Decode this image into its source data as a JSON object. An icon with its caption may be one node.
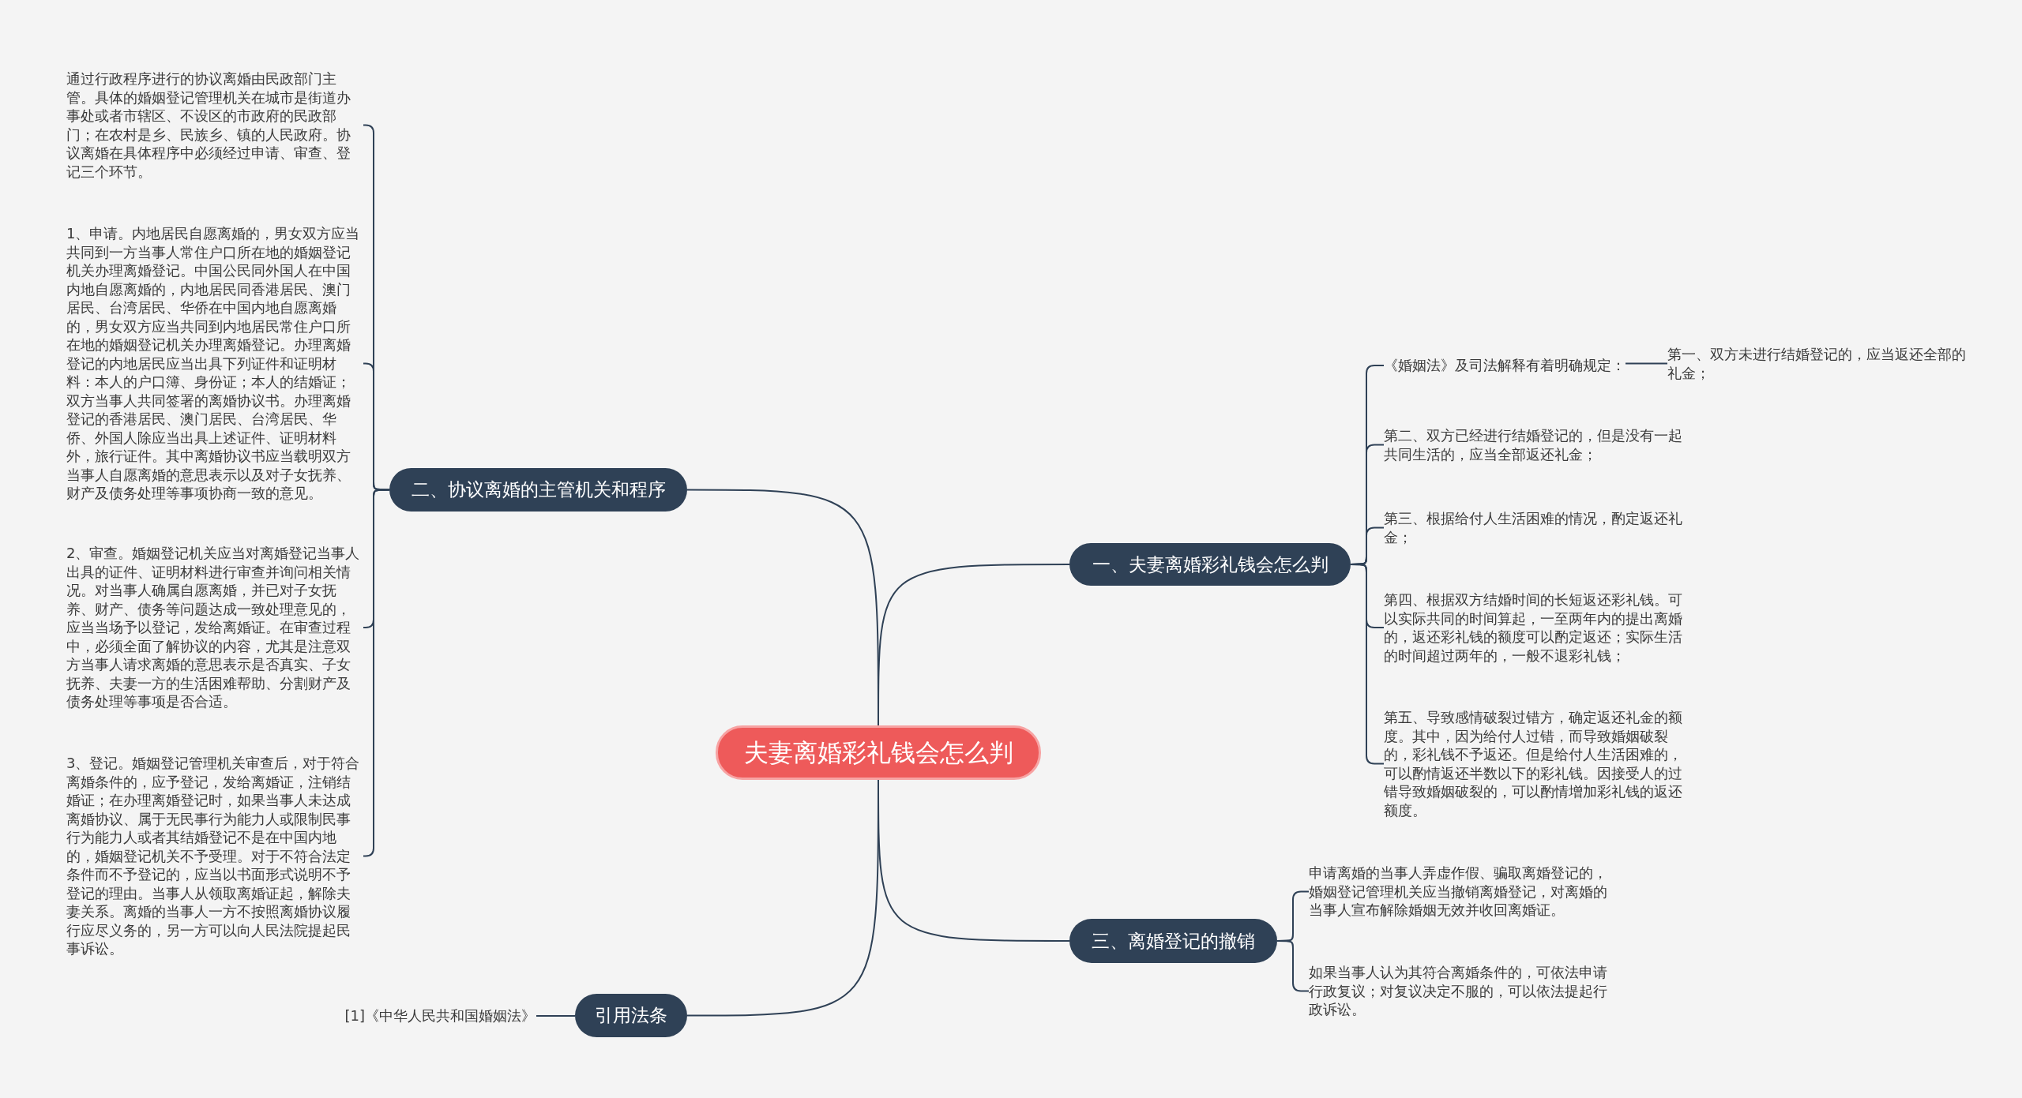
{
  "diagram": {
    "nodes": [
      {
        "text": [
          "夫妻离婚彩礼钱会怎么判"
        ]
      },
      {
        "text": [
          "一、夫妻离婚彩礼钱会怎么判"
        ]
      },
      {
        "text": [
          "《婚姻法》及司法解释有着明确规定："
        ]
      },
      {
        "text": [
          "第一、双方未进行结婚登记的，应当返还全部的礼金；"
        ]
      },
      {
        "text": [
          "第二、双方已经进行结婚登记的，但是没有一起共同生活的，应当全部返还礼金；"
        ]
      },
      {
        "text": [
          "第三、根据给付人生活困难的情况，酌定返还礼金；"
        ]
      },
      {
        "text": [
          "第四、根据双方结婚时间的长短返还彩礼钱。可以实际共同的时间算起，一至两年内的提出离婚的，返还彩礼钱的额度可以酌定返还；实际生活的时间超过两年的，一般不退彩礼钱；"
        ]
      },
      {
        "text": [
          "第五、导致感情破裂过错方，确定返还礼金的额度。其中，因为给付人过错，而导致婚姻破裂的，彩礼钱不予返还。但是给付人生活困难的，可以酌情返还半数以下的彩礼钱。因接受人的过错导致婚姻破裂的，可以酌情增加彩礼钱的返还额度。"
        ]
      },
      {
        "text": [
          "二、协议离婚的主管机关和程序"
        ]
      },
      {
        "text": [
          "通过行政程序进行的协议离婚由民政部门主管。具体的婚姻登记管理机关在城市是街道办事处或者市辖区、不设区的市政府的民政部门；在农村是乡、民族乡、镇的人民政府。协议离婚在具体程序中必须经过申请、审查、登记三个环节。"
        ]
      },
      {
        "text": [
          "1、申请。内地居民自愿离婚的，男女双方应当共同到一方当事人常住户口所在地的婚姻登记机关办理离婚登记。中国公民同外国人在中国内地自愿离婚的，内地居民同香港居民、澳门居民、台湾居民、华侨在中国内地自愿离婚的，男女双方应当共同到内地居民常住户口所在地的婚姻登记机关办理离婚登记。办理离婚登记的内地居民应当出具下列证件和证明材料：本人的户口簿、身份证；本人的结婚证；双方当事人共同签署的离婚协议书。办理离婚登记的香港居民、澳门居民、台湾居民、华侨、外国人除应当出具上述证件、证明材料外，旅行证件。其中离婚协议书应当载明双方当事人自愿离婚的意思表示以及对子女抚养、财产及债务处理等事项协商一致的意见。"
        ]
      },
      {
        "text": [
          "2、审查。婚姻登记机关应当对离婚登记当事人出具的证件、证明材料进行审查并询问相关情况。对当事人确属自愿离婚，并已对子女抚养、财产、债务等问题达成一致处理意见的，应当当场予以登记，发给离婚证。在审查过程中，必须全面了解协议的内容，尤其是注意双方当事人请求离婚的意思表示是否真实、子女抚养、夫妻一方的生活困难帮助、分割财产及债务处理等事项是否合适。"
        ]
      },
      {
        "text": [
          "3、登记。婚姻登记管理机关审查后，对于符合离婚条件的，应予登记，发给离婚证，注销结婚证；在办理离婚登记时，如果当事人未达成离婚协议、属于无民事行为能力人或限制民事行为能力人或者其结婚登记不是在中国内地的，婚姻登记机关不予受理。对于不符合法定条件而不予登记的，应当以书面形式说明不予登记的理由。当事人从领取离婚证起，解除夫妻关系。离婚的当事人一方不按照离婚协议履行应尽义务的，另一方可以向人民法院提起民事诉讼。"
        ]
      },
      {
        "text": [
          "三、离婚登记的撤销"
        ]
      },
      {
        "text": [
          "申请离婚的当事人弄虚作假、骗取离婚登记的，婚姻登记管理机关应当撤销离婚登记，对离婚的当事人宣布解除婚姻无效并收回离婚证。"
        ]
      },
      {
        "text": [
          "如果当事人认为其符合离婚条件的，可依法申请行政复议；对复议决定不服的，可以依法提起行政诉讼。"
        ]
      },
      {
        "text": [
          "引用法条"
        ]
      },
      {
        "text": [
          "[1]《中华人民共和国婚姻法》"
        ]
      }
    ],
    "edges": [
      {
        "from": 0,
        "to": 1,
        "arrow": "none"
      },
      {
        "from": 1,
        "to": 2,
        "arrow": "none"
      },
      {
        "from": 2,
        "to": 3,
        "arrow": "none"
      },
      {
        "from": 1,
        "to": 4,
        "arrow": "none"
      },
      {
        "from": 1,
        "to": 5,
        "arrow": "none"
      },
      {
        "from": 1,
        "to": 6,
        "arrow": "none"
      },
      {
        "from": 1,
        "to": 7,
        "arrow": "none"
      },
      {
        "from": 0,
        "to": 8,
        "arrow": "none"
      },
      {
        "from": 8,
        "to": 9,
        "arrow": "none"
      },
      {
        "from": 8,
        "to": 10,
        "arrow": "none"
      },
      {
        "from": 8,
        "to": 11,
        "arrow": "none"
      },
      {
        "from": 8,
        "to": 12,
        "arrow": "none"
      },
      {
        "from": 0,
        "to": 13,
        "arrow": "none"
      },
      {
        "from": 13,
        "to": 14,
        "arrow": "none"
      },
      {
        "from": 13,
        "to": 15,
        "arrow": "none"
      },
      {
        "from": 0,
        "to": 16,
        "arrow": "none"
      },
      {
        "from": 16,
        "to": 17,
        "arrow": "none"
      }
    ]
  }
}
